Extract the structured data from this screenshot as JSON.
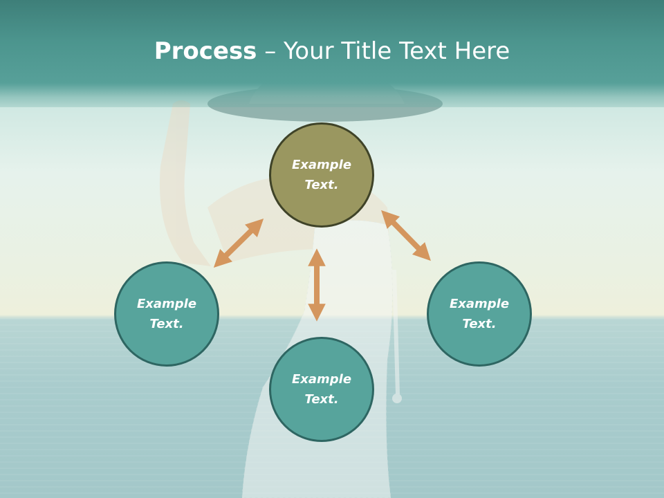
{
  "slide": {
    "title_bold": "Process",
    "title_rest": " – Your Title Text Here"
  },
  "nodes": [
    {
      "id": "top",
      "line1": "Example",
      "line2": "Text.",
      "color": "#9a9760"
    },
    {
      "id": "left",
      "line1": "Example",
      "line2": "Text.",
      "color": "#57a49c"
    },
    {
      "id": "bottom",
      "line1": "Example",
      "line2": "Text.",
      "color": "#57a49c"
    },
    {
      "id": "right",
      "line1": "Example",
      "line2": "Text.",
      "color": "#57a49c"
    }
  ],
  "colors": {
    "header": "#4c958e",
    "arrow": "#d4965e",
    "circle_teal": "#57a49c",
    "circle_olive": "#9a9760"
  }
}
